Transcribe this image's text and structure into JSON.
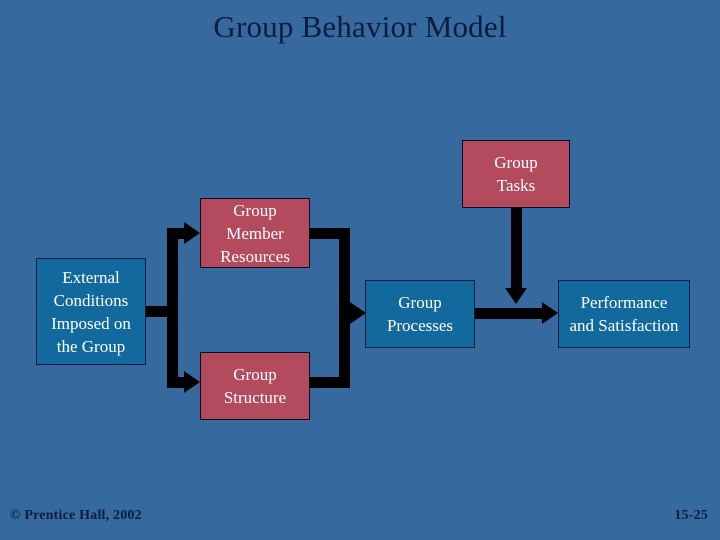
{
  "slide": {
    "title": "Group Behavior Model",
    "background_color": "#36699e",
    "title_color": "#0d1b3e"
  },
  "colors": {
    "rose_box": "#b44a5e",
    "blue_box": "#12699d",
    "box_border_dark": "#0b0b14",
    "connector": "#000000",
    "text_light": "#ffffff"
  },
  "diagram": {
    "type": "flow-diagram",
    "nodes": [
      {
        "id": "external",
        "label": "External\nConditions\nImposed on\nthe Group",
        "style": "blue"
      },
      {
        "id": "member",
        "label": "Group\nMember\nResources",
        "style": "rose"
      },
      {
        "id": "structure",
        "label": "Group\nStructure",
        "style": "rose"
      },
      {
        "id": "tasks",
        "label": "Group\nTasks",
        "style": "rose"
      },
      {
        "id": "processes",
        "label": "Group\nProcesses",
        "style": "blue"
      },
      {
        "id": "performance",
        "label": "Performance\nand Satisfaction",
        "style": "blue"
      }
    ],
    "edges": [
      {
        "from": "external",
        "to": "member",
        "direction": "right"
      },
      {
        "from": "external",
        "to": "structure",
        "direction": "right"
      },
      {
        "from": "member",
        "to": "processes",
        "direction": "right"
      },
      {
        "from": "structure",
        "to": "processes",
        "direction": "right"
      },
      {
        "from": "tasks",
        "to": "processes",
        "direction": "down"
      },
      {
        "from": "processes",
        "to": "performance",
        "direction": "right"
      }
    ]
  },
  "footer": {
    "copyright": "© Prentice Hall, 2002",
    "page_number": "15-25"
  }
}
